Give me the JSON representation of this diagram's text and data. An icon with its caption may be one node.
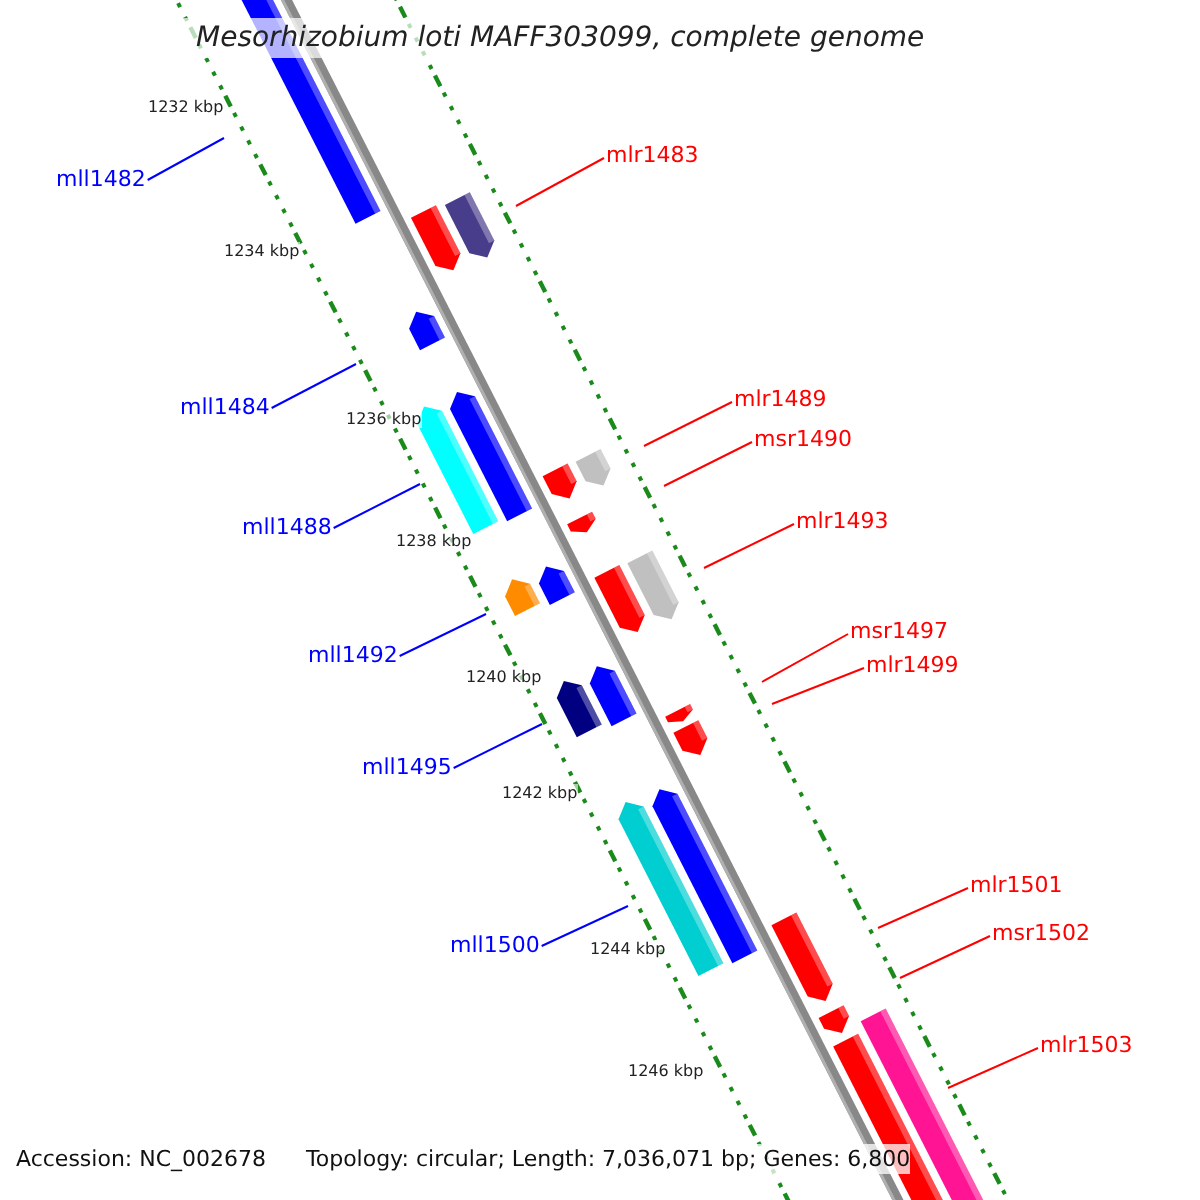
{
  "diagram": {
    "title": "Mesorhizobium loti MAFF303099, complete genome",
    "nodes": [
      {
        "text": [
          "mll1482"
        ]
      },
      {
        "text": [
          "mlr1483"
        ]
      },
      {
        "text": [
          "mll1484"
        ]
      },
      {
        "text": [
          "mlr1489"
        ]
      },
      {
        "text": [
          "msr1490"
        ]
      },
      {
        "text": [
          "mll1488"
        ]
      },
      {
        "text": [
          "mlr1493"
        ]
      },
      {
        "text": [
          "mll1492"
        ]
      },
      {
        "text": [
          "msr1497"
        ]
      },
      {
        "text": [
          "mlr1499"
        ]
      },
      {
        "text": [
          "mll1495"
        ]
      },
      {
        "text": [
          "mlr1501"
        ]
      },
      {
        "text": [
          "mll1500"
        ]
      },
      {
        "text": [
          "msr1502"
        ]
      },
      {
        "text": [
          "mlr1503"
        ]
      }
    ],
    "edges": [
      {
        "from": 0,
        "to": null,
        "arrow": "none",
        "color": "#0000ff"
      },
      {
        "from": 1,
        "to": null,
        "arrow": "none"
      },
      {
        "from": 2,
        "to": null,
        "arrow": "none",
        "color": "#0000ff"
      },
      {
        "from": 3,
        "to": null,
        "arrow": "none"
      },
      {
        "from": 4,
        "to": null,
        "arrow": "none"
      },
      {
        "from": 5,
        "to": null,
        "arrow": "none",
        "color": "#0000ff"
      },
      {
        "from": 6,
        "to": null,
        "arrow": "none"
      },
      {
        "from": 7,
        "to": null,
        "arrow": "none",
        "color": "#0000ff"
      },
      {
        "from": 8,
        "to": null,
        "arrow": "none"
      },
      {
        "from": 9,
        "to": null,
        "arrow": "none"
      },
      {
        "from": 10,
        "to": null,
        "arrow": "none",
        "color": "#0000ff"
      },
      {
        "from": 11,
        "to": null,
        "arrow": "none"
      },
      {
        "from": 12,
        "to": null,
        "arrow": "none",
        "color": "#0000ff"
      },
      {
        "from": 13,
        "to": null,
        "arrow": "none"
      },
      {
        "from": 14,
        "to": null,
        "arrow": "none"
      }
    ],
    "labels": [
      "1232 kbp",
      "1234 kbp",
      "1236 kbp",
      "1238 kbp",
      "1240 kbp",
      "1242 kbp",
      "1244 kbp",
      "1246 kbp",
      "Accession: NC_002678",
      "Topology: circular; Length: 7,036,071 bp; Genes: 6,800"
    ]
  }
}
